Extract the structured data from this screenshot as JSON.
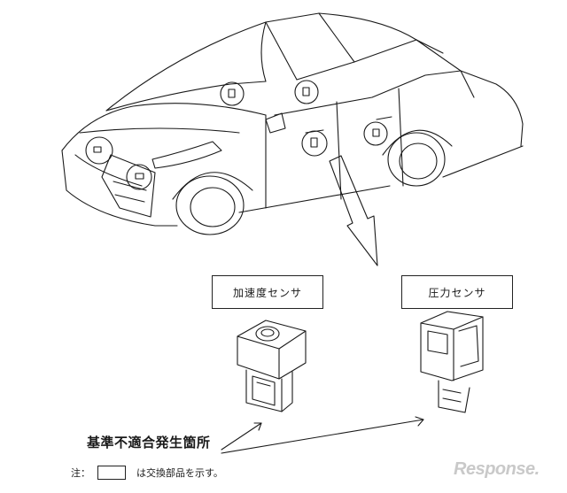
{
  "labels": {
    "accel_sensor": "加速度センサ",
    "pressure_sensor": "圧力センサ"
  },
  "caption": "基準不適合発生箇所",
  "note": {
    "prefix": "注：",
    "suffix": "は交換部品を示す。"
  },
  "watermark": "Response.",
  "colors": {
    "line": "#1a1a1a",
    "light_line": "#555555",
    "watermark": "#c9c9c9"
  }
}
